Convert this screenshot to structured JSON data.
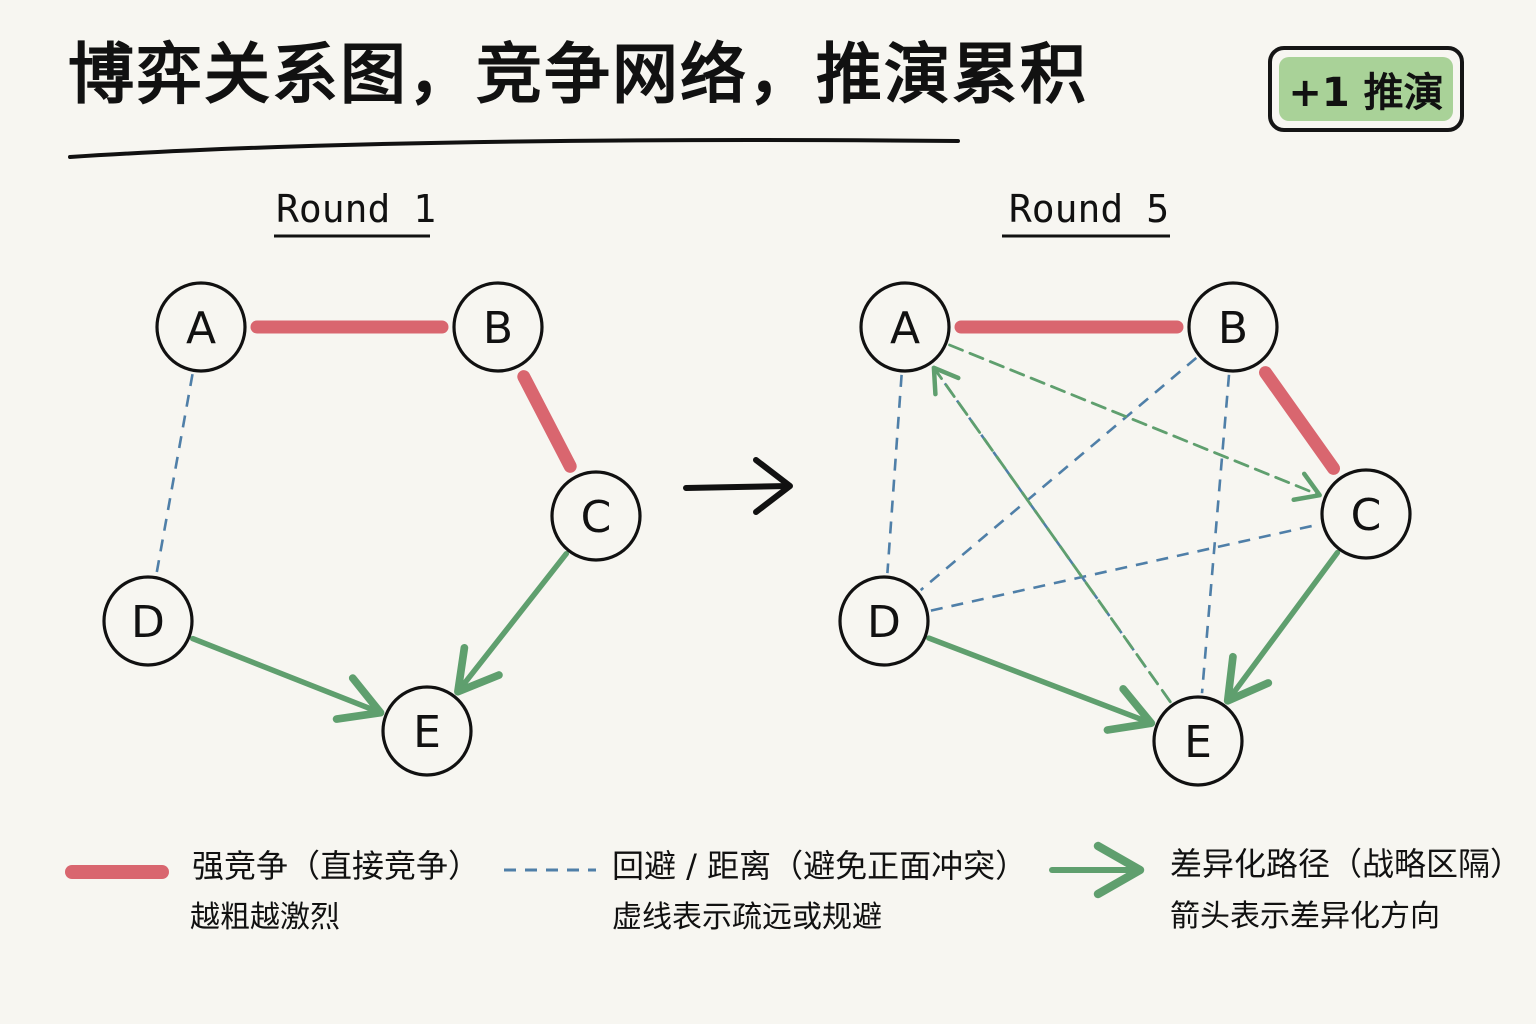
{
  "title": "博弈关系图，竞争网络，推演累积",
  "badge": "+1 推演",
  "rounds": [
    {
      "label": "Round 1",
      "nodes": [
        "A",
        "B",
        "C",
        "D",
        "E"
      ],
      "edges": [
        {
          "from": "A",
          "to": "B",
          "type": "strong"
        },
        {
          "from": "B",
          "to": "C",
          "type": "strong"
        },
        {
          "from": "A",
          "to": "D",
          "type": "avoid"
        },
        {
          "from": "C",
          "to": "E",
          "type": "diff"
        },
        {
          "from": "D",
          "to": "E",
          "type": "diff"
        }
      ]
    },
    {
      "label": "Round 5",
      "nodes": [
        "A",
        "B",
        "C",
        "D",
        "E"
      ],
      "edges": [
        {
          "from": "A",
          "to": "B",
          "type": "strong"
        },
        {
          "from": "B",
          "to": "C",
          "type": "strong"
        },
        {
          "from": "A",
          "to": "D",
          "type": "avoid"
        },
        {
          "from": "B",
          "to": "D",
          "type": "avoid"
        },
        {
          "from": "B",
          "to": "E",
          "type": "avoid"
        },
        {
          "from": "A",
          "to": "E",
          "type": "avoid"
        },
        {
          "from": "D",
          "to": "C",
          "type": "avoid"
        },
        {
          "from": "A",
          "to": "C",
          "type": "diff"
        },
        {
          "from": "E",
          "to": "A",
          "type": "diff"
        },
        {
          "from": "C",
          "to": "E",
          "type": "diff"
        },
        {
          "from": "D",
          "to": "E",
          "type": "diff"
        }
      ]
    }
  ],
  "legend": [
    {
      "type": "strong",
      "label": "强竞争（直接竞争）",
      "sub": "越粗越激烈"
    },
    {
      "type": "avoid",
      "label": "回避 / 距离（避免正面冲突）",
      "sub": "虚线表示疏远或规避"
    },
    {
      "type": "diff",
      "label": "差异化路径（战略区隔）",
      "sub": "箭头表示差异化方向"
    }
  ],
  "colors": {
    "strong": "#d9666f",
    "avoid": "#4f7fa8",
    "diff": "#5f9f6e",
    "ink": "#111111",
    "background": "#f7f6f1"
  }
}
